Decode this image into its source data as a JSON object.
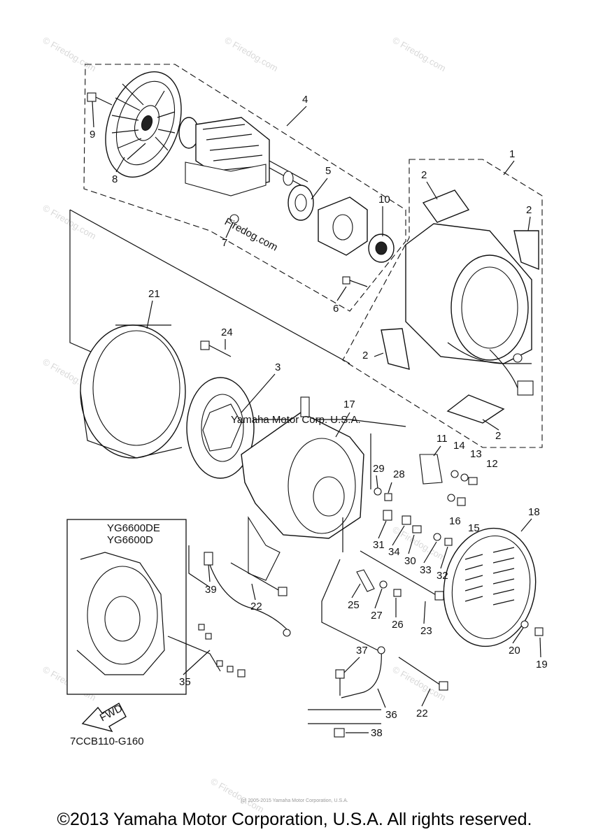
{
  "diagram": {
    "drawing_code": "7CCB110-G160",
    "inset_models": [
      "YG6600DE",
      "YG6600D"
    ],
    "forward_label": "FWD",
    "watermark_text": "© Firedog.com",
    "overlay_text_1": "Yamaha Motor Corp. U.S.A.",
    "overlay_text_2": "Firedog.com",
    "callouts": [
      "1",
      "2",
      "2",
      "2",
      "2",
      "3",
      "4",
      "5",
      "6",
      "7",
      "8",
      "9",
      "10",
      "11",
      "12",
      "13",
      "14",
      "15",
      "16",
      "17",
      "18",
      "19",
      "20",
      "21",
      "22",
      "22",
      "23",
      "24",
      "25",
      "26",
      "27",
      "28",
      "29",
      "30",
      "31",
      "32",
      "33",
      "34",
      "35",
      "36",
      "37",
      "38",
      "39"
    ]
  },
  "footer": {
    "copyright": "©2013 Yamaha Motor Corporation, U.S.A. All rights reserved.",
    "small_print": "(c) 2005-2015 Yamaha Motor Corporation, U.S.A."
  }
}
